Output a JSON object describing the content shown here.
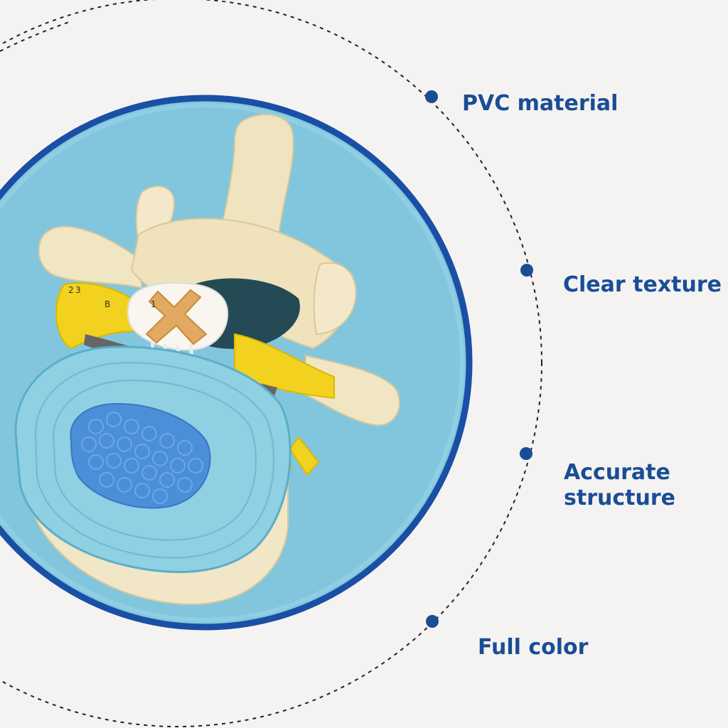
{
  "features": [
    {
      "id": "pvc",
      "label": "PVC material"
    },
    {
      "id": "texture",
      "label": "Clear texture"
    },
    {
      "id": "structure",
      "label": "Accurate structure"
    },
    {
      "id": "color",
      "label": "Full color"
    }
  ],
  "model_marks": [
    "1",
    "B",
    "2",
    "3"
  ],
  "colors": {
    "accent_blue": "#1a4d96",
    "disc_blue": "#8ccde0",
    "backdrop_blue": "#7ec3dc",
    "bone": "#f1e6c4",
    "nerve_yellow": "#f3d21f",
    "background": "#f4f3f1"
  },
  "icons": {
    "bullet": "dot-icon",
    "model": "lumbar-vertebra-model"
  }
}
